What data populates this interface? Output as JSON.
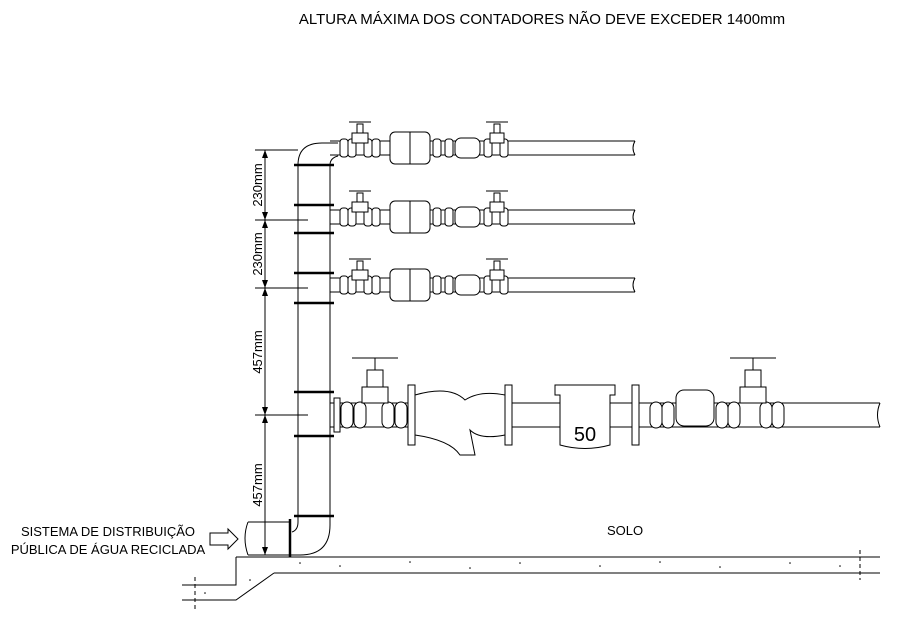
{
  "title": "ALTURA MÁXIMA DOS CONTADORES NÃO DEVE EXCEDER 1400mm",
  "dimensions": [
    "230mm",
    "230mm",
    "457mm",
    "457mm"
  ],
  "inlet_label": {
    "line1": "SISTEMA DE DISTRIBUIÇÃO",
    "line2": "PÚBLICA DE ÁGUA RECICLADA"
  },
  "ground_label": "SOLO",
  "main_meter_label": "50"
}
